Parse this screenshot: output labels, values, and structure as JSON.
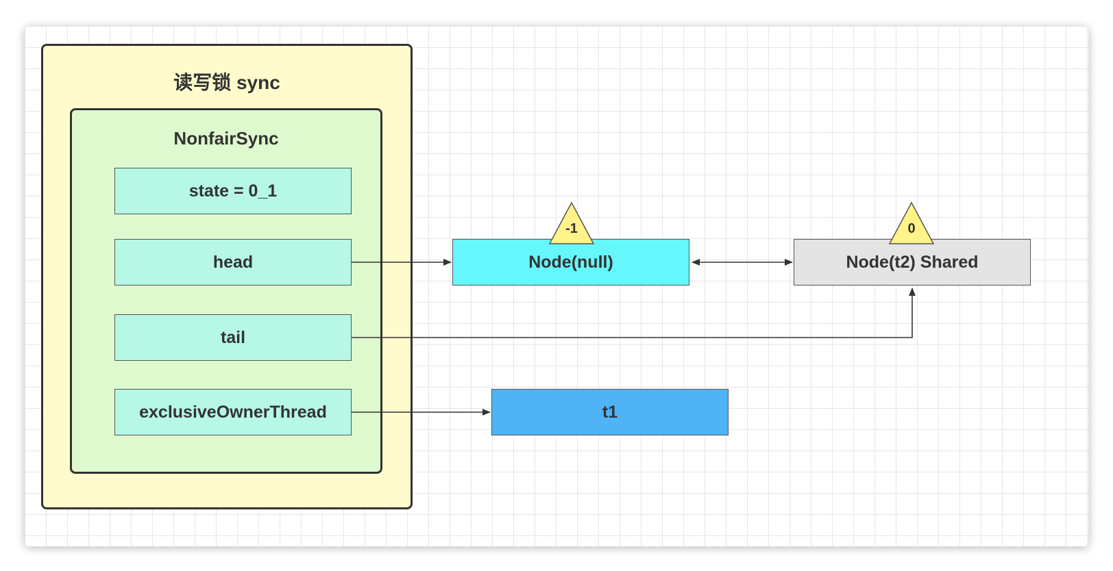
{
  "diagram": {
    "container_title": "读写锁 sync",
    "inner_title": "NonfairSync",
    "fields": {
      "state": "state = 0_1",
      "head": "head",
      "tail": "tail",
      "exclusive_owner_thread": "exclusiveOwnerThread"
    },
    "nodes": {
      "head_node": {
        "label": "Node(null)",
        "wait_status": "-1"
      },
      "tail_node": {
        "label": "Node(t2) Shared",
        "wait_status": "0"
      },
      "owner_thread": {
        "label": "t1"
      }
    },
    "colors": {
      "outer_fill": "#fffbcd",
      "inner_fill": "#dff9cf",
      "field_fill": "#b6f7e6",
      "head_node_fill": "#65f7fb",
      "tail_node_fill": "#e4e4e4",
      "thread_fill": "#4fb3f6",
      "status_triangle_fill": "#fff38a"
    }
  }
}
